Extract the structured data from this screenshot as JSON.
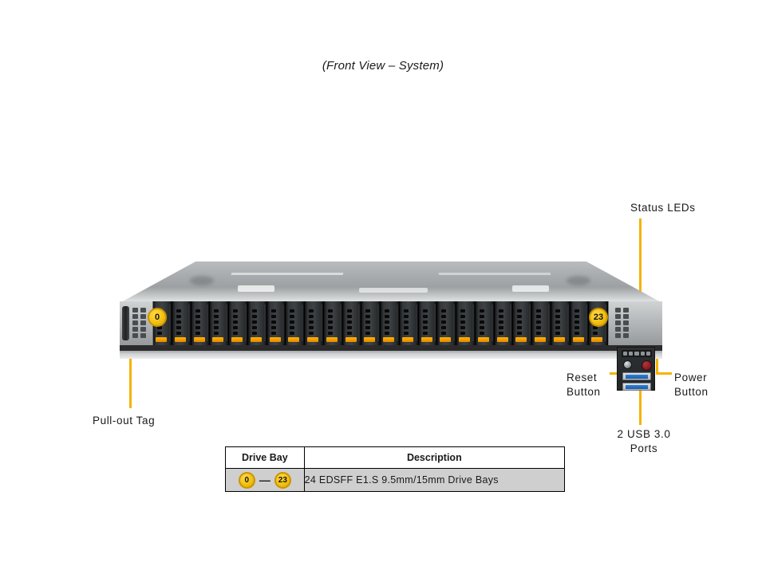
{
  "title": "(Front View – System)",
  "callouts": {
    "status_leds": "Status LEDs",
    "pullout_tag": "Pull-out Tag",
    "reset_button": "Reset\nButton",
    "reset_button_line1": "Reset",
    "reset_button_line2": "Button",
    "power_button_line1": "Power",
    "power_button_line2": "Button",
    "usb_ports_line1": "2 USB 3.0",
    "usb_ports_line2": "Ports"
  },
  "chassis": {
    "first_bay_label": "0",
    "last_bay_label": "23",
    "drive_bay_count": 24
  },
  "legend": {
    "headers": [
      "Drive Bay",
      "Description"
    ],
    "rows": [
      {
        "bay_from": "0",
        "bay_dash": "—",
        "bay_to": "23",
        "description": "24 EDSFF E1.S 9.5mm/15mm Drive  Bays"
      }
    ]
  },
  "colors": {
    "leader_line": "#f5b301",
    "badge_fill": "#f6c518",
    "badge_ring": "#c99400",
    "drive_latch": "#ffb300",
    "usb_blue": "#1a5fae",
    "power_button": "#8e1f25",
    "table_row_bg": "#cfcfcf"
  }
}
